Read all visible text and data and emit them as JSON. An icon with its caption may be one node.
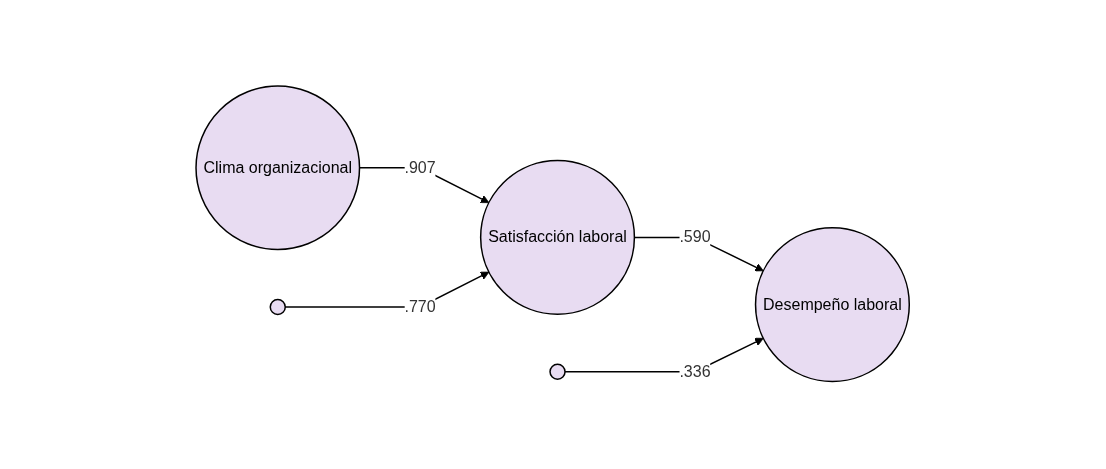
{
  "diagram": {
    "nodes": [
      {
        "text": [
          "Clima organizacional"
        ]
      },
      {
        "text": [
          "Satisfacción laboral"
        ]
      },
      {
        "text": [
          "Desempeño laboral"
        ]
      },
      {
        "text": [],
        "shape": "circle"
      },
      {
        "text": [],
        "shape": "circle"
      }
    ],
    "edges": [
      {
        "from": 0,
        "to": 1,
        "arrow": "to",
        "label": ".907"
      },
      {
        "from": 1,
        "to": 2,
        "arrow": "to",
        "label": ".590"
      },
      {
        "from": 3,
        "to": 1,
        "arrow": "to",
        "label": ".770"
      },
      {
        "from": 4,
        "to": 2,
        "arrow": "to",
        "label": ".336"
      }
    ]
  }
}
